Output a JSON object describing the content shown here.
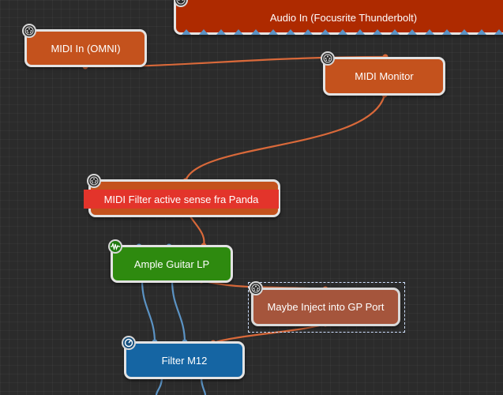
{
  "nodes": {
    "audio_in": {
      "label": "Audio In (Focusrite Thunderbolt)"
    },
    "midi_in": {
      "label": "MIDI In (OMNI)"
    },
    "midi_monitor": {
      "label": "MIDI Monitor"
    },
    "midi_filter": {
      "label": "MIDI Filter active sense fra Panda"
    },
    "ample_guitar": {
      "label": "Ample Guitar LP"
    },
    "maybe_inject": {
      "label": "Maybe Inject into GP Port"
    },
    "filter_m12": {
      "label": "Filter M12"
    }
  },
  "colors": {
    "background": "#2b2b2b",
    "midi_wire": "#d9693a",
    "audio_wire": "#5b93c4",
    "midi_node": "#c4521d",
    "audio_node": "#ae2a00",
    "instrument_node": "#2e8a0f",
    "effect_node": "#1565a3",
    "selected_node": "#a5553c",
    "filter_highlight": "#e3342b",
    "node_border": "#e3e3e3"
  },
  "icons": {
    "midi": "midi-connector-icon",
    "instrument": "waveform-icon",
    "effect": "knob-icon"
  }
}
